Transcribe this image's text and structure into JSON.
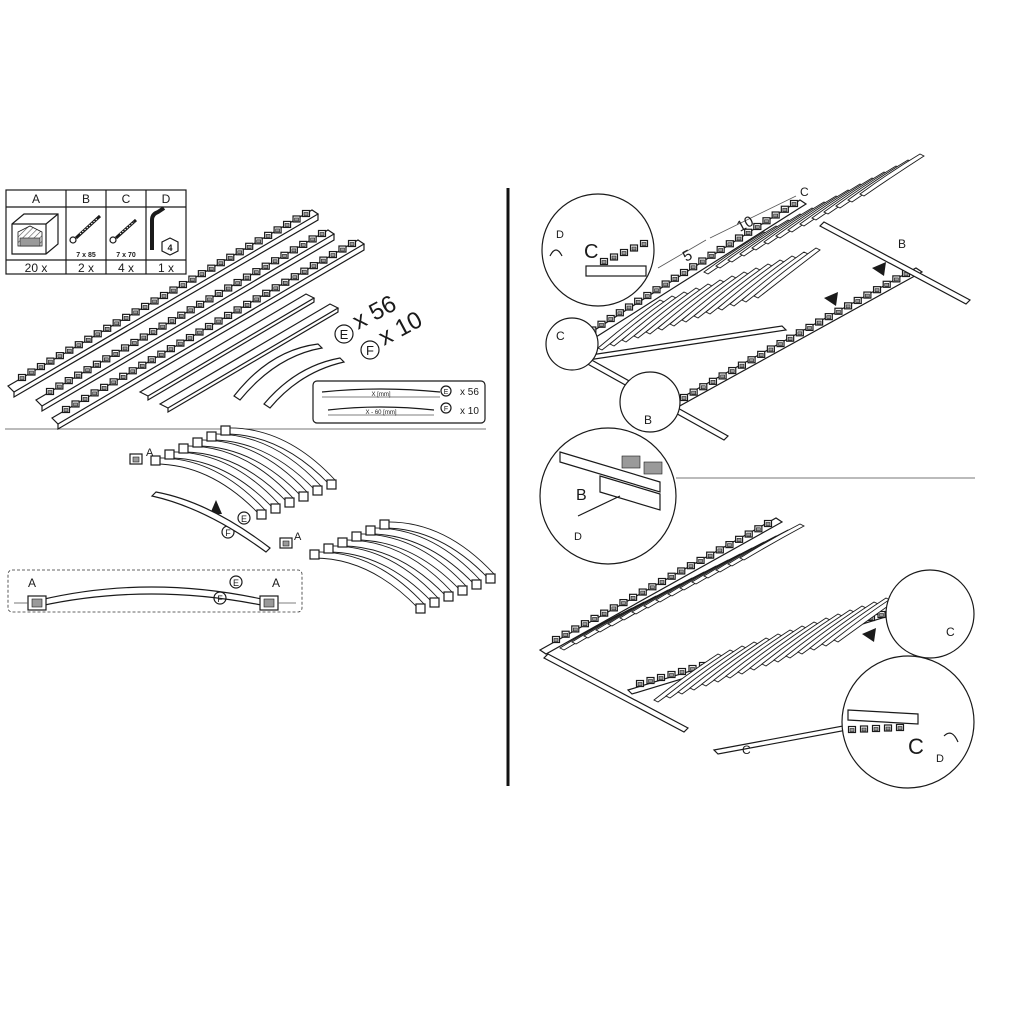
{
  "parts_table": {
    "headers": [
      "A",
      "B",
      "C",
      "D"
    ],
    "specs": [
      "7 x 85",
      "7 x 70"
    ],
    "hex_key_badge": "4",
    "quantities": [
      "20 x",
      "2 x",
      "4 x",
      "1 x"
    ]
  },
  "step1": {
    "slat_counts": [
      {
        "letter": "E",
        "count": "x 56"
      },
      {
        "letter": "F",
        "count": "x 10"
      }
    ],
    "detail_box": {
      "e_dim": "X [mm]",
      "e_letter": "E",
      "e_qty": "x 56",
      "f_dim": "X - 60 [mm]",
      "f_letter": "F",
      "f_qty": "x 10"
    }
  },
  "step2": {
    "label_a": "A",
    "label_e": "E",
    "label_f": "F",
    "strip": {
      "left_a": "A",
      "e": "E",
      "f": "F",
      "right_a": "A"
    }
  },
  "step3": {
    "spacing_5": "5",
    "spacing_10": "10",
    "label_c": "C",
    "label_b": "B",
    "label_d": "D"
  }
}
